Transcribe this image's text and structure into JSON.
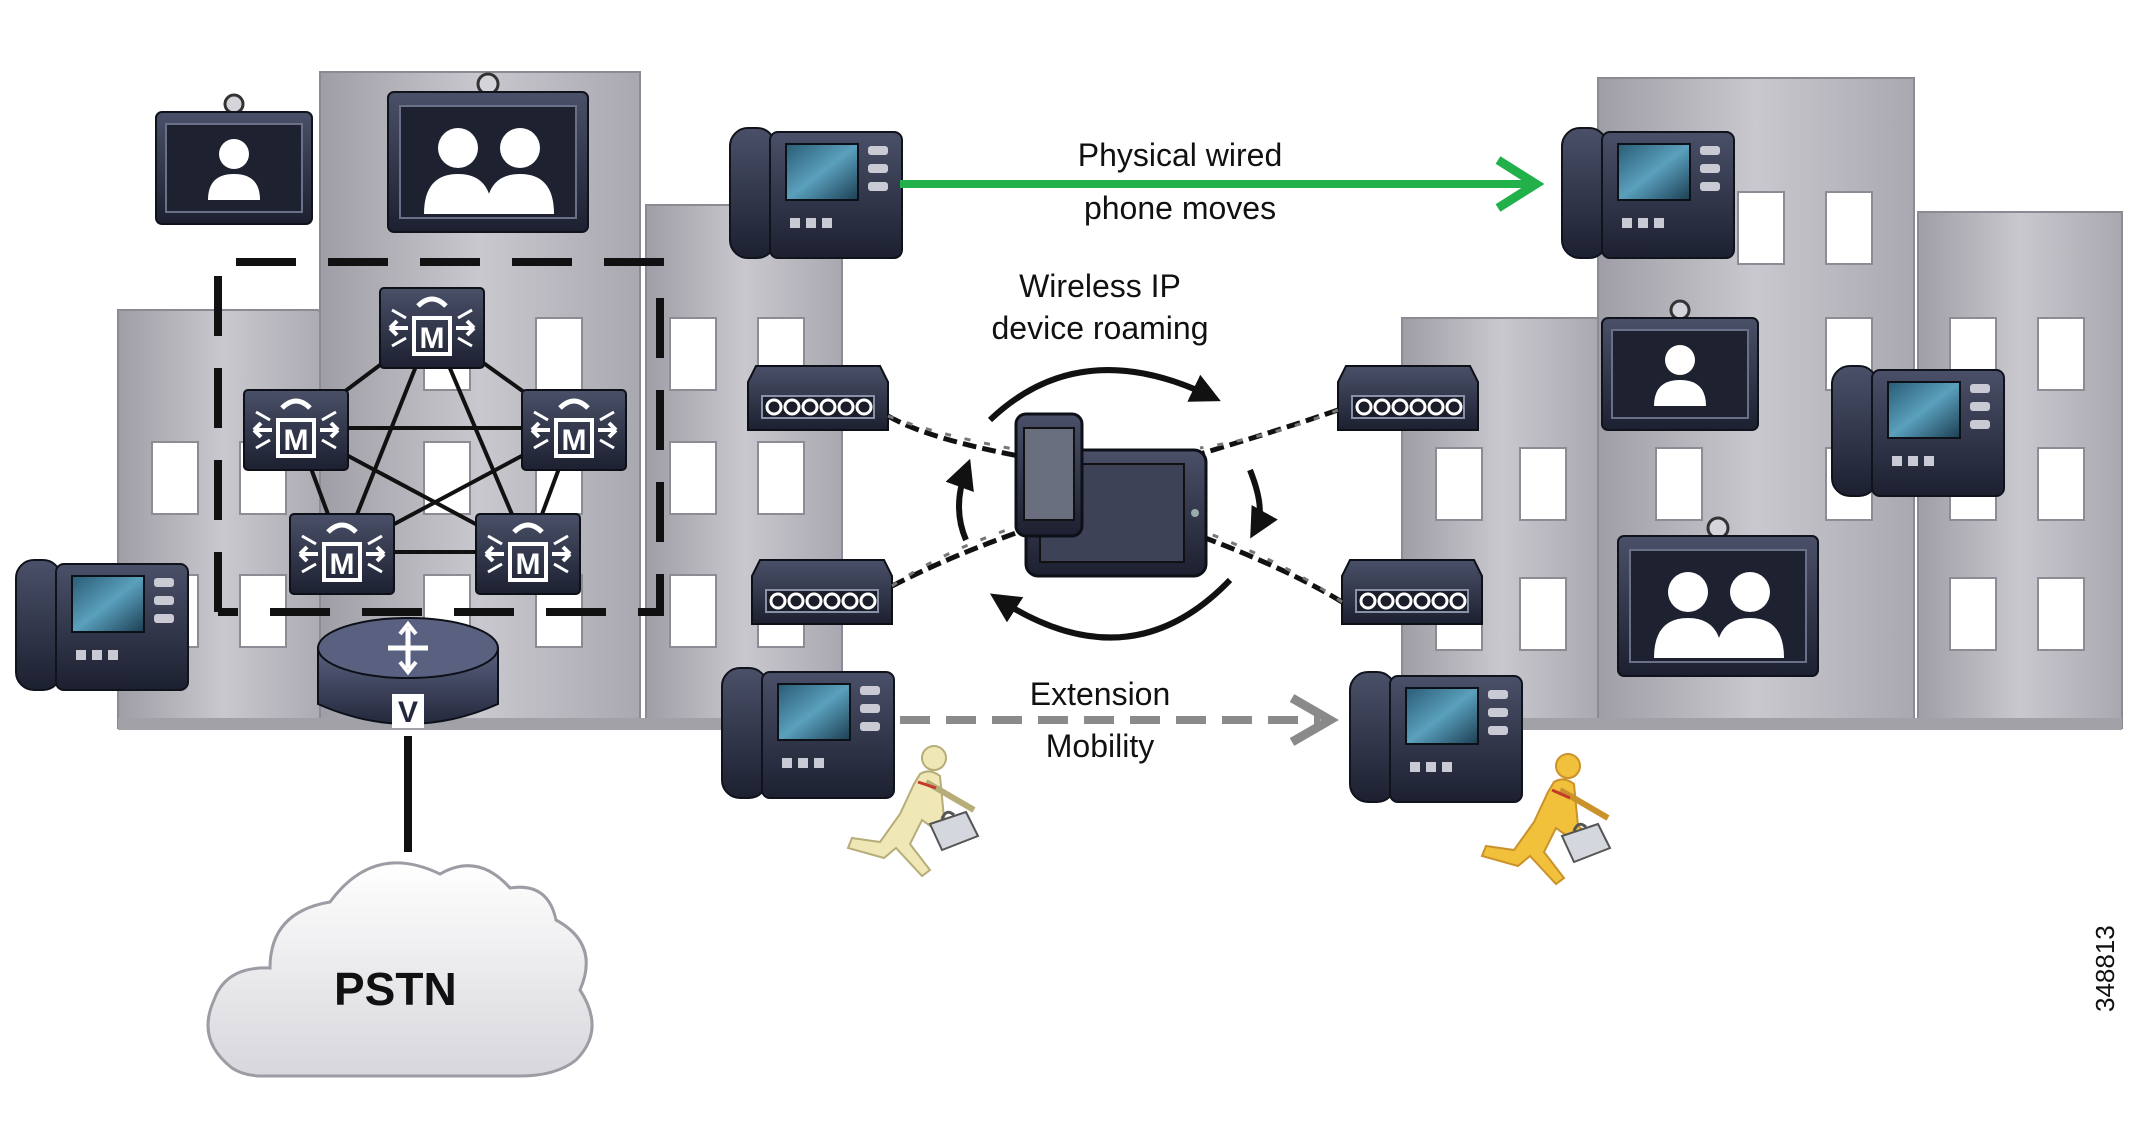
{
  "labels": {
    "physical_wired_line1": "Physical wired",
    "physical_wired_line2": "phone moves",
    "wireless_line1": "Wireless IP",
    "wireless_line2": "device roaming",
    "extension_line1": "Extension",
    "extension_line2": "Mobility",
    "pstn": "PSTN",
    "figure_id": "348813"
  },
  "icons": {
    "media_node_letter": "M",
    "router_letter": "V"
  },
  "colors": {
    "wired_arrow": "#22b04b",
    "extension_arrow": "#8a8a8a",
    "building_face": "#bdbbc2",
    "device_dark": "#2b3044",
    "traveler_light": "#efe7b5",
    "traveler_dark": "#f2c13c"
  }
}
